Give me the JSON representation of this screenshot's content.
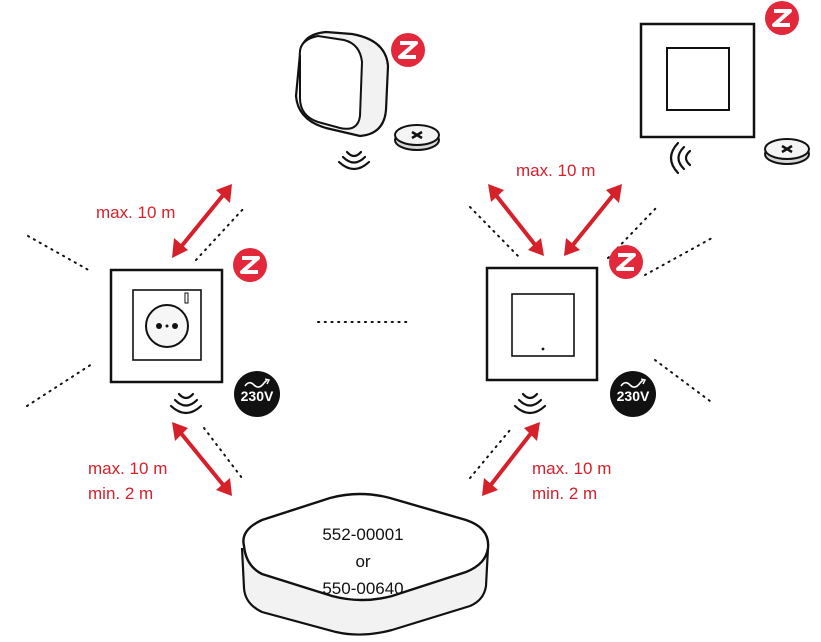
{
  "labels": {
    "top_left_distance": "max. 10 m",
    "top_right_distance": "max. 10 m",
    "bottom_left_max": "max. 10 m",
    "bottom_left_min": "min. 2 m",
    "bottom_right_max": "max. 10 m",
    "bottom_right_min": "min. 2 m"
  },
  "hub": {
    "line1": "552-00001",
    "line2": "or",
    "line3": "550-00640"
  },
  "badges": {
    "left_voltage": "230V",
    "right_voltage": "230V"
  },
  "icons": {
    "zigbee": "zigbee-logo-icon",
    "battery": "coin-battery-icon",
    "wireless": "wireless-signal-icon",
    "power": "mains-power-230v-icon"
  },
  "colors": {
    "accent": "#d6202a",
    "line": "#111111"
  }
}
